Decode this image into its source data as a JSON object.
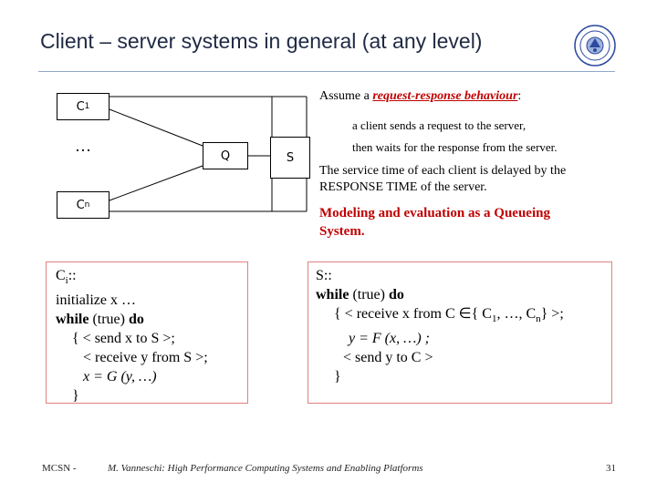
{
  "slide": {
    "title": "Client – server systems in general (at any level)"
  },
  "diagram": {
    "c1_label": "C",
    "c1_sub": "1",
    "dots": "…",
    "cn_label": "C",
    "cn_sub": "n",
    "q_label": "Q",
    "s_label": "S"
  },
  "text": {
    "assume_prefix": "Assume a ",
    "assume_emph": "request-response behaviour",
    "assume_suffix": ":",
    "line1": "a client sends a request to the server,",
    "line2": "then waits for the response from the server.",
    "service_line1": "The service time of each client is delayed by the",
    "service_line2": "RESPONSE TIME of the server.",
    "model_line1": "Modeling and evaluation as a Queueing",
    "model_line2": "System."
  },
  "client_code": {
    "header_main": "C",
    "header_sub": "i",
    "header_suffix": "::",
    "l1": "initialize x …",
    "l2_kw": "while",
    "l2_rest": " (true) ",
    "l2_do": "do",
    "l3": "{ < send x to S >;",
    "l4": "< receive y from S >;",
    "l5": "x = G (y, …)",
    "l6": "}"
  },
  "server_code": {
    "header": "S::",
    "l1_kw": "while",
    "l1_rest": " (true) ",
    "l1_do": "do",
    "l2_a": "{ < receive x from C ∈{ C",
    "l2_sub1": "1",
    "l2_b": ", …, C",
    "l2_sub2": "n",
    "l2_c": "} >;",
    "l3": "y = F (x, …) ;",
    "l4": "< send y to C >",
    "l5": "}"
  },
  "footer": {
    "left": "MCSN  -",
    "center": "M. Vanneschi: High Performance Computing Systems and Enabling Platforms",
    "page": "31"
  }
}
